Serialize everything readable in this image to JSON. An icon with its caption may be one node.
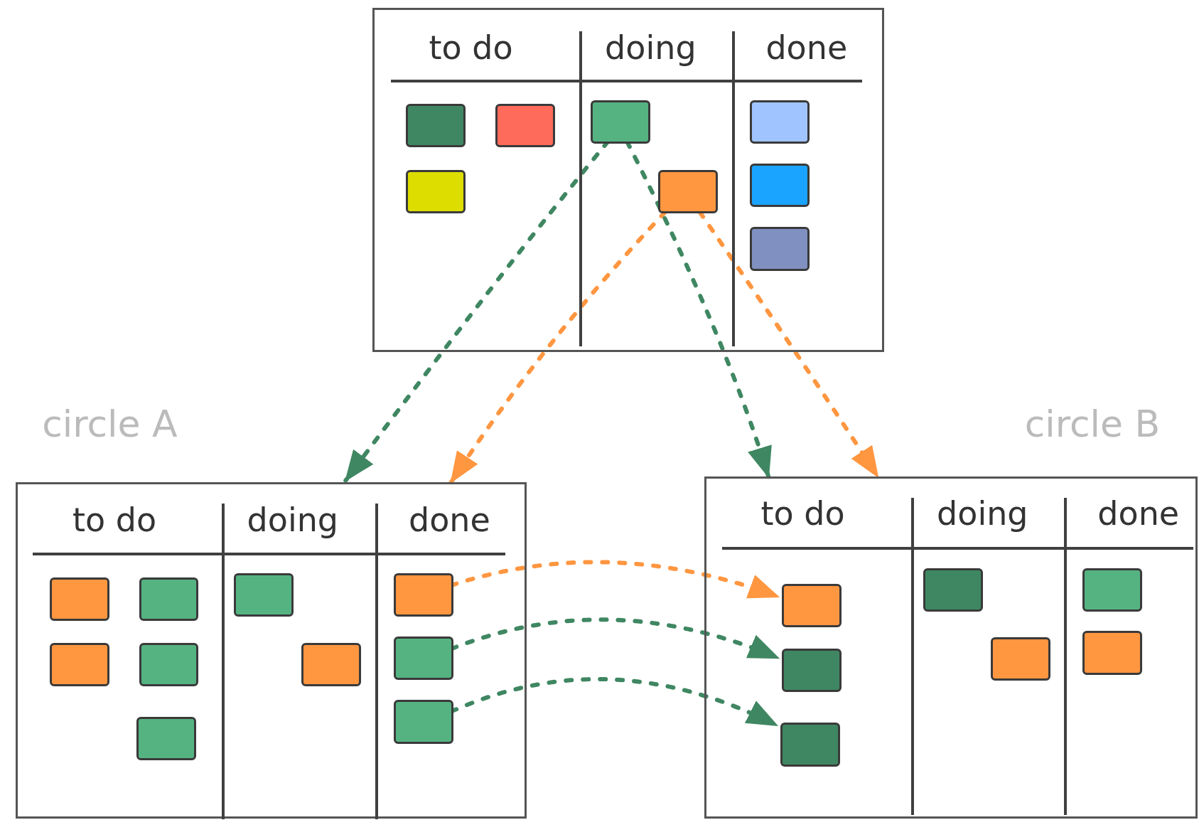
{
  "diagram": {
    "nodes": [
      {
        "text": [
          "to do",
          "doing",
          "done"
        ]
      },
      {
        "text": [],
        "shape": "box",
        "in": 0
      },
      {
        "text": [],
        "shape": "box",
        "in": 0
      },
      {
        "text": [],
        "shape": "box",
        "in": 0
      },
      {
        "text": [],
        "shape": "box",
        "in": 0
      },
      {
        "text": [],
        "shape": "box",
        "in": 0
      },
      {
        "text": [],
        "shape": "box",
        "in": 0
      },
      {
        "text": [],
        "shape": "box",
        "in": 0
      },
      {
        "text": [],
        "shape": "box",
        "in": 0
      },
      {
        "text": [
          "to do",
          "doing",
          "done"
        ],
        "beside": [
          "circle A"
        ]
      },
      {
        "text": [],
        "shape": "box",
        "in": 9
      },
      {
        "text": [],
        "shape": "box",
        "in": 9
      },
      {
        "text": [],
        "shape": "box",
        "in": 9
      },
      {
        "text": [],
        "shape": "box",
        "in": 9
      },
      {
        "text": [],
        "shape": "box",
        "in": 9
      },
      {
        "text": [],
        "shape": "box",
        "in": 9
      },
      {
        "text": [],
        "shape": "box",
        "in": 9
      },
      {
        "text": [],
        "shape": "box",
        "in": 9
      },
      {
        "text": [],
        "shape": "box",
        "in": 9
      },
      {
        "text": [],
        "shape": "box",
        "in": 9
      },
      {
        "text": [
          "to do",
          "doing",
          "done"
        ],
        "beside": [
          "circle B"
        ]
      },
      {
        "text": [],
        "shape": "box",
        "in": 20
      },
      {
        "text": [],
        "shape": "box",
        "in": 20
      },
      {
        "text": [],
        "shape": "box",
        "in": 20
      },
      {
        "text": [],
        "shape": "box",
        "in": 20
      },
      {
        "text": [],
        "shape": "box",
        "in": 20
      },
      {
        "text": [],
        "shape": "box",
        "in": 20
      },
      {
        "text": [],
        "shape": "box",
        "in": 20
      }
    ],
    "edges": [
      {
        "from": 4,
        "to": 9,
        "arrow": "to",
        "style": "dashed",
        "color": "#3f8762"
      },
      {
        "from": 5,
        "to": 9,
        "arrow": "to",
        "style": "dashed",
        "color": "#ff9640"
      },
      {
        "from": 4,
        "to": 20,
        "arrow": "to",
        "style": "dashed",
        "color": "#3f8762"
      },
      {
        "from": 5,
        "to": 20,
        "arrow": "to",
        "style": "dashed",
        "color": "#ff9640"
      },
      {
        "from": 17,
        "to": 21,
        "arrow": "to",
        "style": "dashed",
        "color": "#ff9640"
      },
      {
        "from": 18,
        "to": 22,
        "arrow": "to",
        "style": "dashed",
        "color": "#3f8762"
      },
      {
        "from": 19,
        "to": 23,
        "arrow": "to",
        "style": "dashed",
        "color": "#3f8762"
      }
    ]
  }
}
